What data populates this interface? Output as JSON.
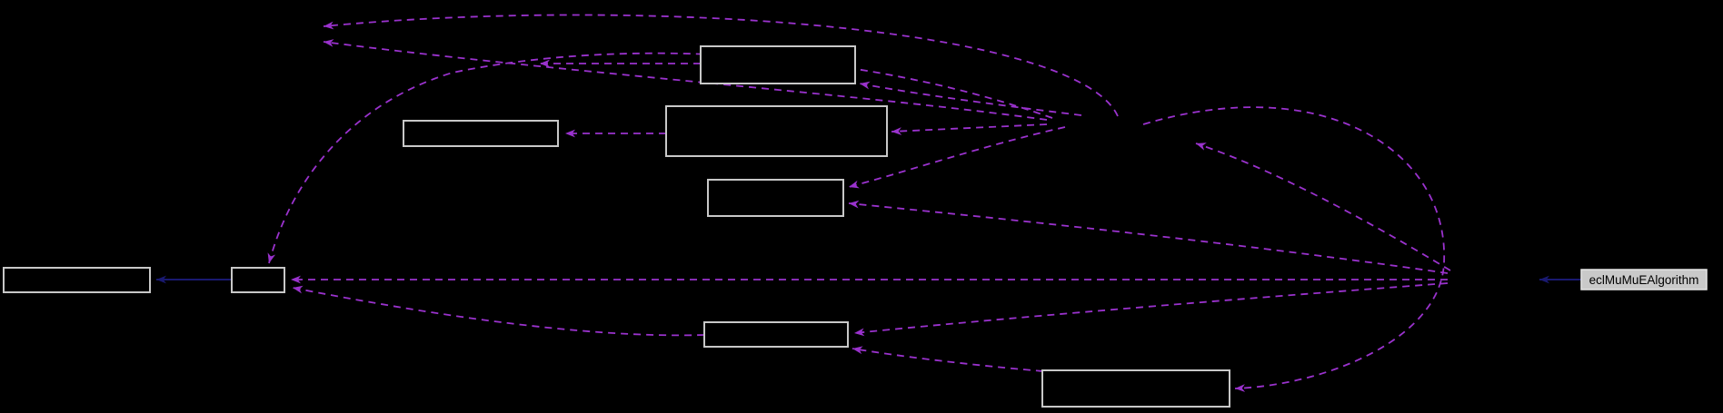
{
  "diagram": {
    "kind": "collaboration-graph",
    "background_color": "#000000",
    "main_node": {
      "label": "eclMuMuEAlgorithm",
      "fill": "#c9c9c9",
      "border_color": "#e6e6e6",
      "text_color": "#000000"
    },
    "empty_node_count": "8",
    "colors": {
      "usage_edge_dashed": "#9a32cd",
      "inheritance_edge_solid": "#191970",
      "node_border": "#c8c8c8",
      "node_fill": "#000000"
    }
  }
}
